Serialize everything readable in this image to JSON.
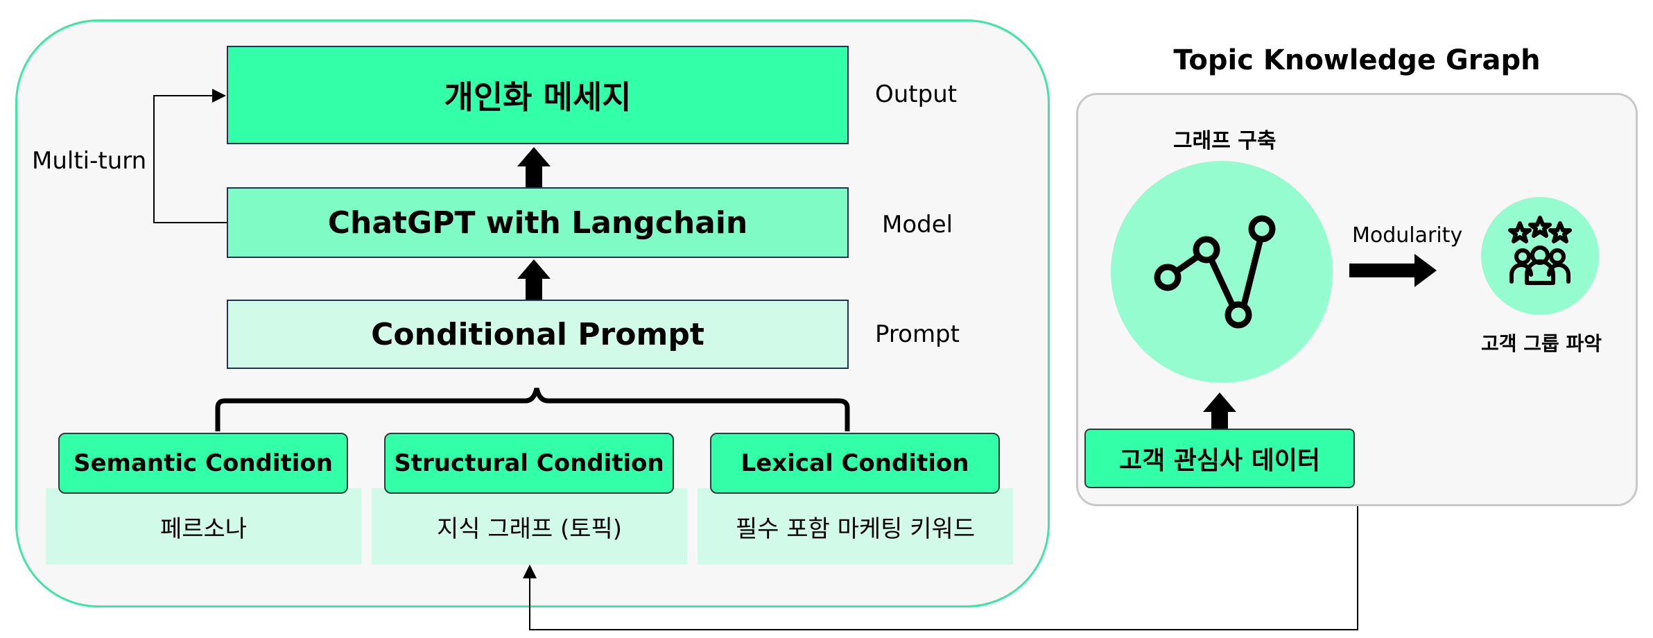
{
  "left": {
    "output": {
      "text": "개인화 메세지",
      "label": "Output"
    },
    "model": {
      "text": "ChatGPT with Langchain",
      "label": "Model"
    },
    "prompt": {
      "text": "Conditional Prompt",
      "label": "Prompt"
    },
    "multiturn_label": "Multi-turn",
    "conditions": [
      {
        "title": "Semantic Condition",
        "desc": "페르소나"
      },
      {
        "title": "Structural Condition",
        "desc": "지식 그래프 (토픽)"
      },
      {
        "title": "Lexical Condition",
        "desc": "필수 포함 마케팅 키워드"
      }
    ]
  },
  "right": {
    "title": "Topic Knowledge Graph",
    "graph_label": "그래프 구축",
    "modularity_label": "Modularity",
    "group_label": "고객 그룹 파악",
    "interest_box": "고객 관심사 데이터"
  },
  "colors": {
    "bright_green": "#33ffa8",
    "mid_green": "#7ffcc6",
    "light_green": "#d2fae8",
    "circle_green": "#95fcd0",
    "panel_border_green": "#3ee6a4"
  },
  "icons": {
    "graph": "network-graph-icon",
    "group": "user-group-stars-icon"
  }
}
